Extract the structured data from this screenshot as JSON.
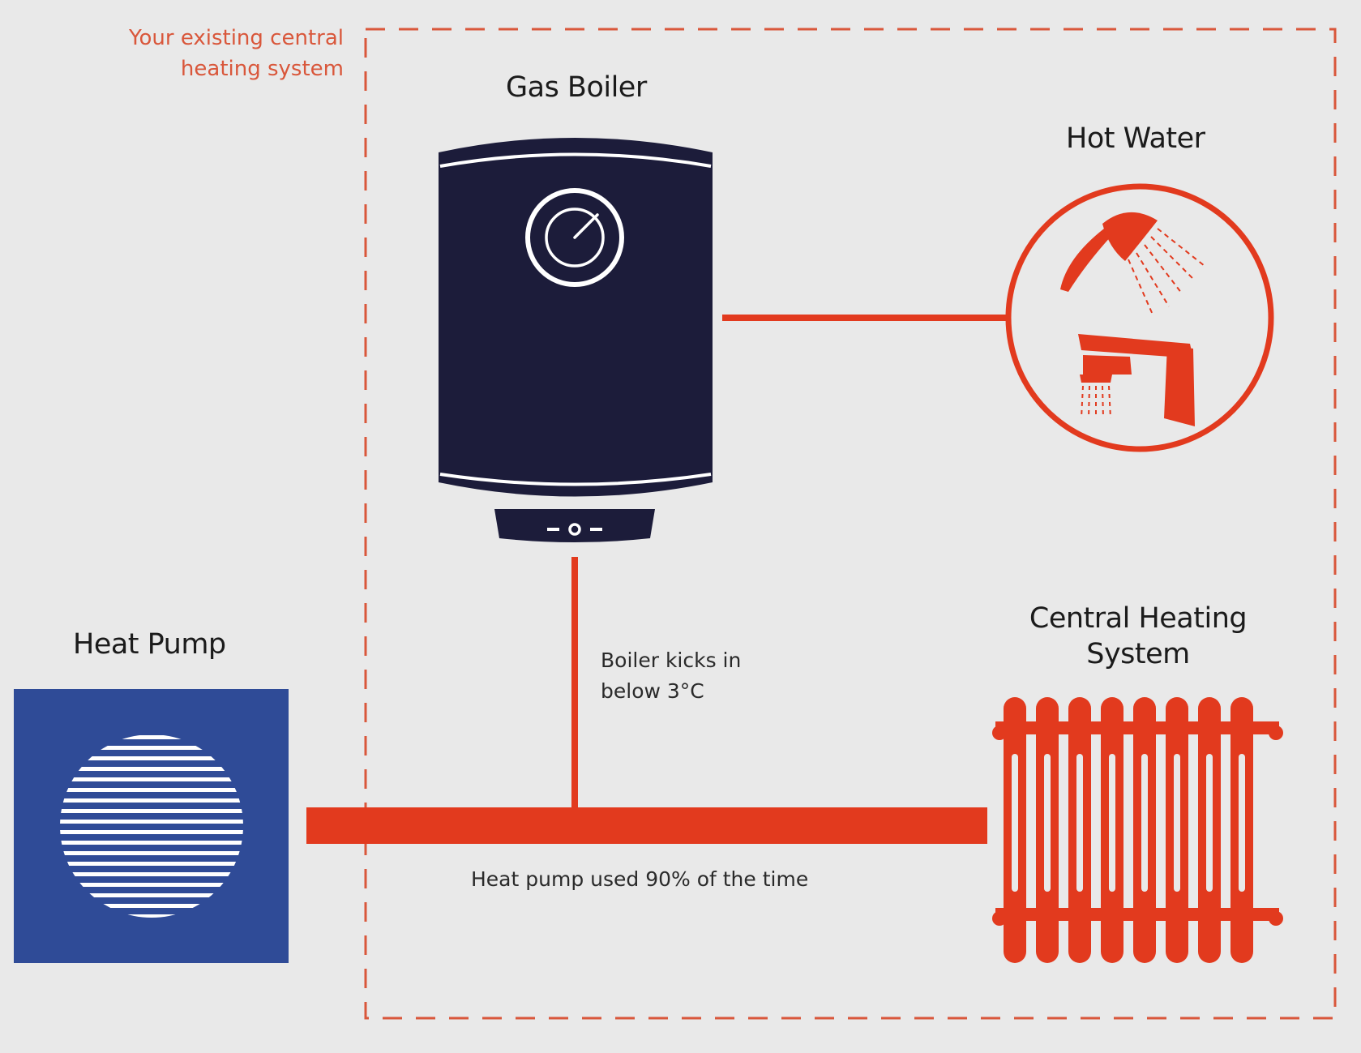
{
  "colors": {
    "background": "#e9e9e9",
    "accent": "#e23a1e",
    "boiler": "#1c1c3a",
    "heat_pump": "#2f4b97",
    "region_label": "#d9573b",
    "text": "#1b1b1b"
  },
  "region": {
    "label_line1": "Your existing central",
    "label_line2": "heating system"
  },
  "nodes": {
    "gas_boiler": {
      "label": "Gas Boiler",
      "icon": "boiler-icon"
    },
    "hot_water": {
      "label": "Hot Water",
      "icon": "shower-tap-icon"
    },
    "heat_pump": {
      "label": "Heat Pump",
      "icon": "heat-pump-fan-icon"
    },
    "central_heating": {
      "label_line1": "Central Heating",
      "label_line2": "System",
      "icon": "radiator-icon"
    }
  },
  "notes": {
    "boiler_line1": "Boiler kicks in",
    "boiler_line2": "below 3°C",
    "heat_pump_usage": "Heat pump used 90% of the time"
  }
}
